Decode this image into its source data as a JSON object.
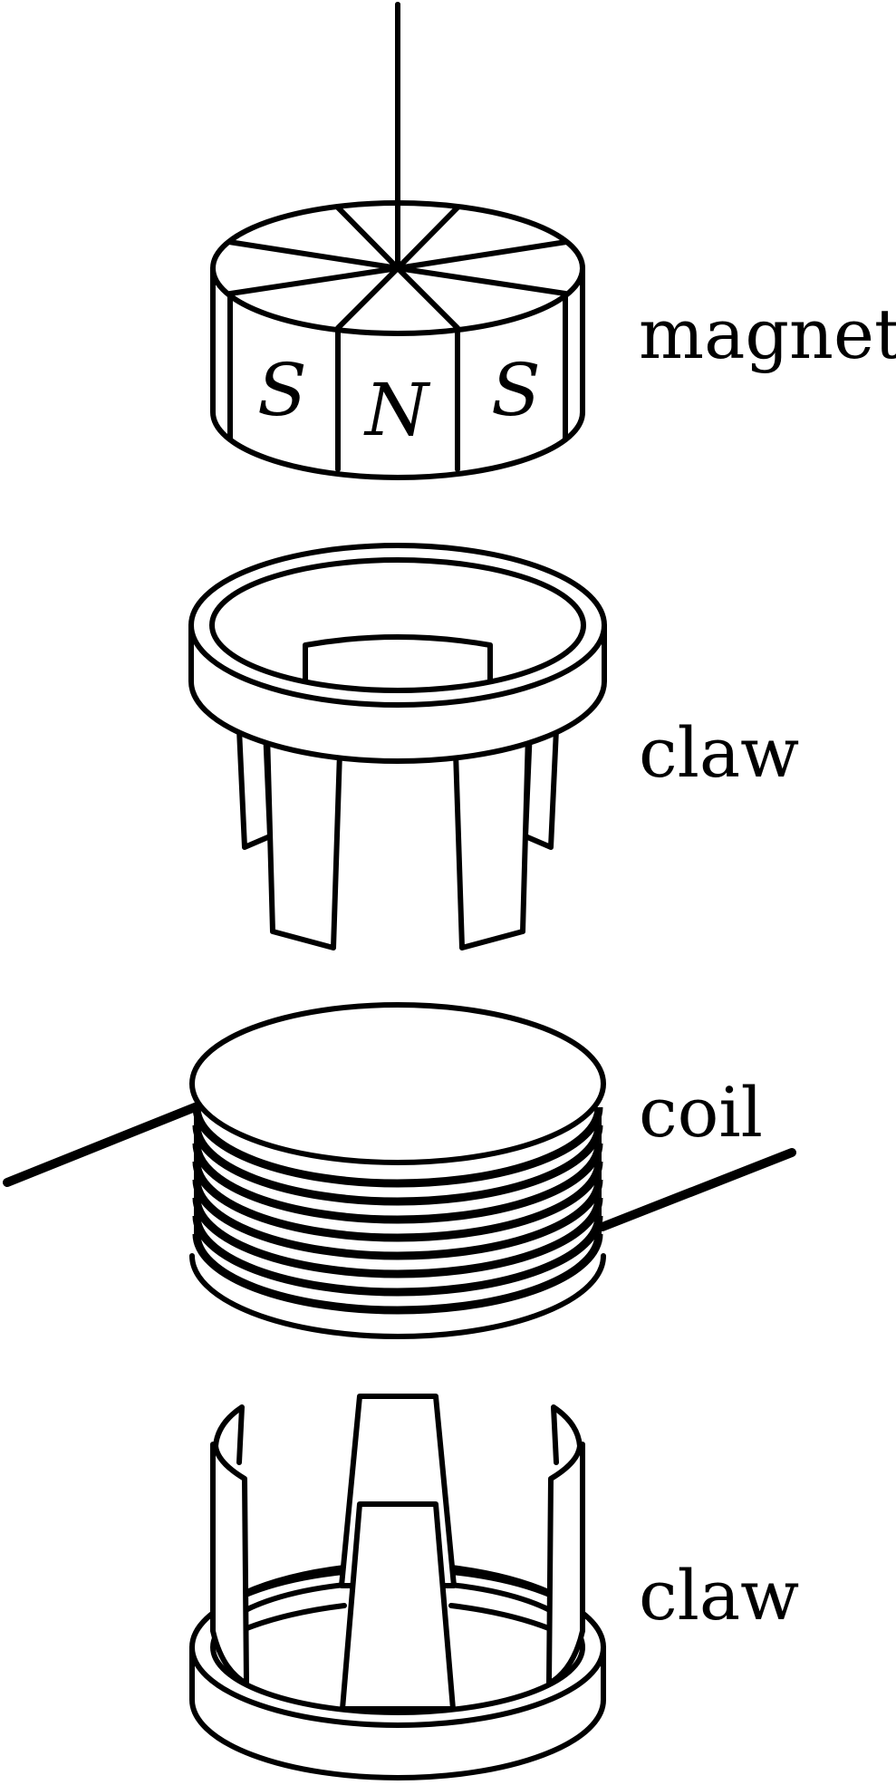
{
  "labels": {
    "magnet": "magnet",
    "claw_upper": "claw",
    "coil": "coil",
    "claw_lower": "claw"
  },
  "poles": {
    "left": "S",
    "center": "N",
    "right": "S"
  }
}
